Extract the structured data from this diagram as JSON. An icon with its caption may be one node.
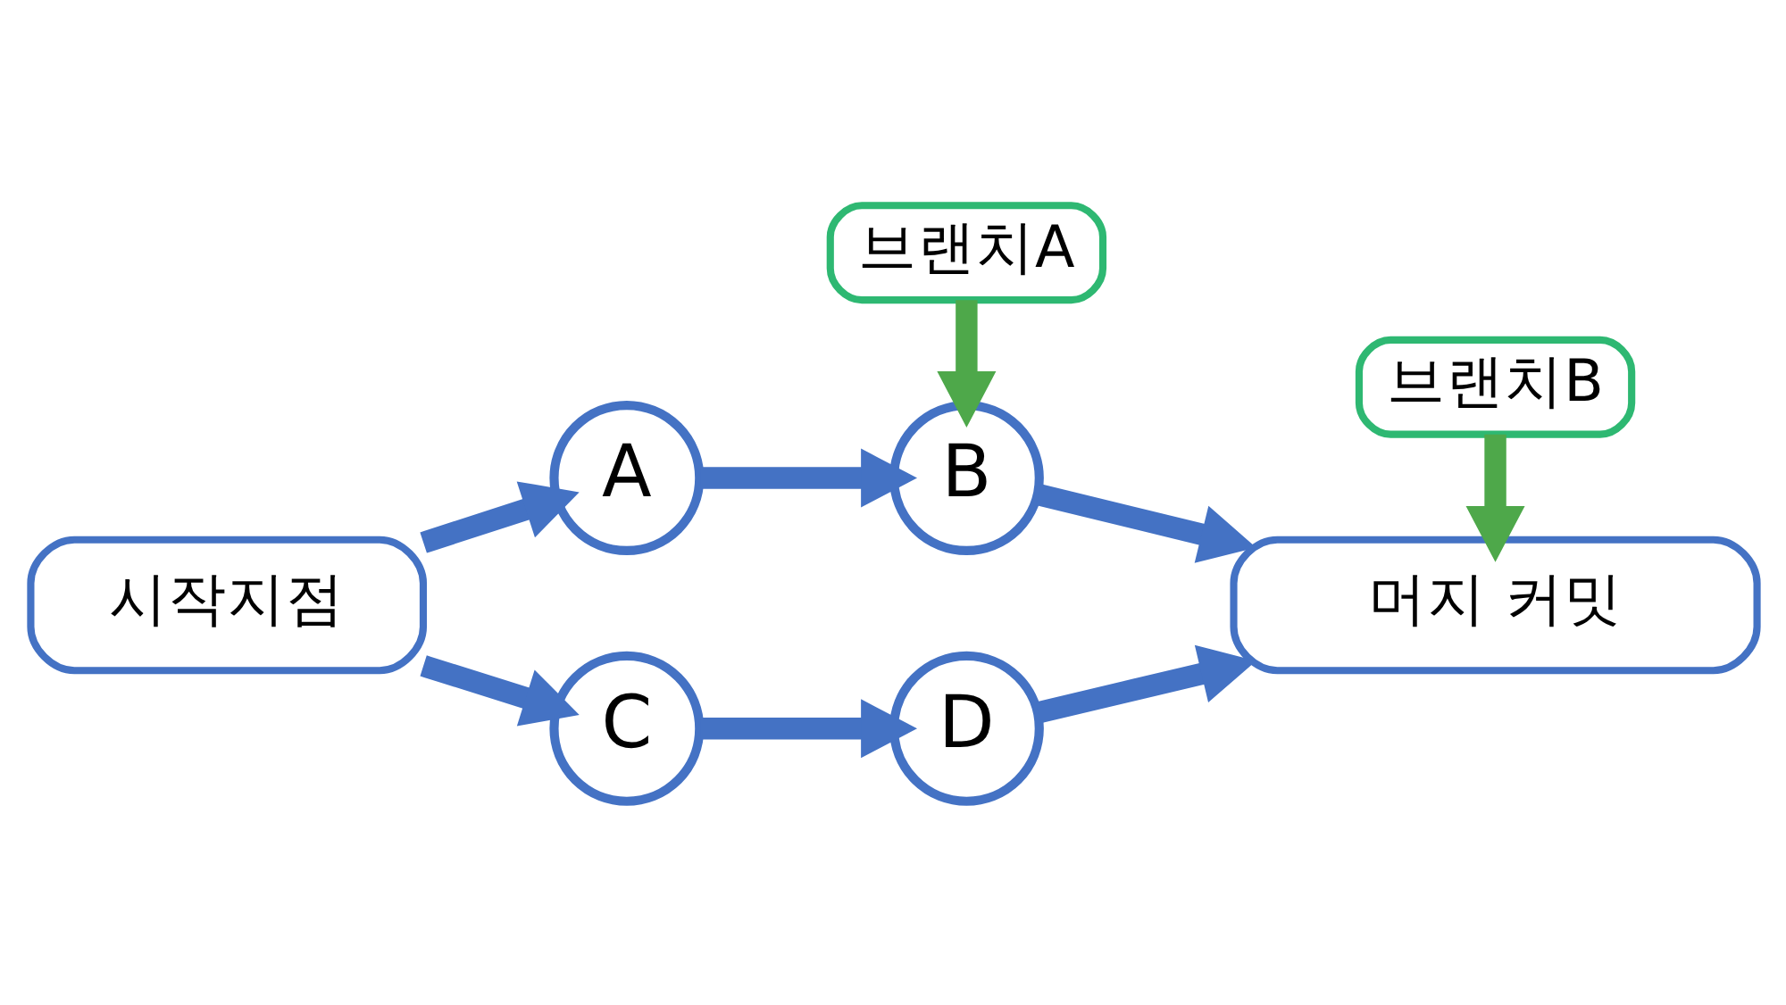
{
  "diagram": {
    "nodes": [
      {
        "text": [
          "시작지점"
        ]
      },
      {
        "text": [
          "A"
        ]
      },
      {
        "text": [
          "B"
        ]
      },
      {
        "text": [
          "머지 커밋"
        ]
      },
      {
        "text": [
          "C"
        ]
      },
      {
        "text": [
          "D"
        ]
      },
      {
        "text": [
          "브랜치A"
        ]
      },
      {
        "text": [
          "브랜치B"
        ]
      }
    ],
    "edges": [
      {
        "from": 0,
        "to": 1,
        "arrow": "to"
      },
      {
        "from": 1,
        "to": 2,
        "arrow": "to"
      },
      {
        "from": 2,
        "to": 3,
        "arrow": "to"
      },
      {
        "from": 0,
        "to": 4,
        "arrow": "to"
      },
      {
        "from": 4,
        "to": 5,
        "arrow": "to"
      },
      {
        "from": 5,
        "to": 3,
        "arrow": "to"
      },
      {
        "from": 6,
        "to": 2,
        "arrow": "to",
        "color": "#4ea84a"
      },
      {
        "from": 7,
        "to": 3,
        "arrow": "to",
        "color": "#4ea84a"
      }
    ]
  }
}
